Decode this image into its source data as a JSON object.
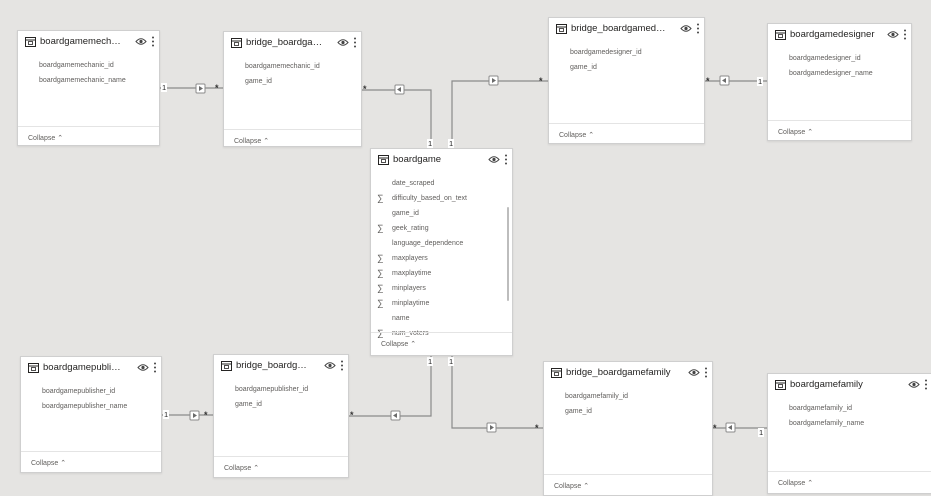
{
  "collapse_label": "Collapse",
  "cardinality": {
    "one": "1",
    "many": "*"
  },
  "colors": {
    "canvas": "#e5e4e2",
    "card": "#ffffff",
    "line": "#8a8a8a"
  },
  "tables": [
    {
      "id": "boardgamemechanic",
      "title": "boardgamemechanic",
      "fields": [
        {
          "name": "boardgamemechanic_id",
          "sigma": false
        },
        {
          "name": "boardgamemechanic_name",
          "sigma": false
        }
      ]
    },
    {
      "id": "bridge_mechanic",
      "title": "bridge_boardgamem...",
      "fields": [
        {
          "name": "boardgamemechanic_id",
          "sigma": false
        },
        {
          "name": "game_id",
          "sigma": false
        }
      ]
    },
    {
      "id": "bridge_designer",
      "title": "bridge_boardgamedesign...",
      "fields": [
        {
          "name": "boardgamedesigner_id",
          "sigma": false
        },
        {
          "name": "game_id",
          "sigma": false
        }
      ]
    },
    {
      "id": "boardgamedesigner",
      "title": "boardgamedesigner",
      "fields": [
        {
          "name": "boardgamedesigner_id",
          "sigma": false
        },
        {
          "name": "boardgamedesigner_name",
          "sigma": false
        }
      ]
    },
    {
      "id": "boardgame",
      "title": "boardgame",
      "fields": [
        {
          "name": "date_scraped",
          "sigma": false
        },
        {
          "name": "difficulty_based_on_text",
          "sigma": true
        },
        {
          "name": "game_id",
          "sigma": false
        },
        {
          "name": "geek_rating",
          "sigma": true
        },
        {
          "name": "language_dependence",
          "sigma": false
        },
        {
          "name": "maxplayers",
          "sigma": true
        },
        {
          "name": "maxplaytime",
          "sigma": true
        },
        {
          "name": "minplayers",
          "sigma": true
        },
        {
          "name": "minplaytime",
          "sigma": true
        },
        {
          "name": "name",
          "sigma": false
        },
        {
          "name": "num_voters",
          "sigma": true
        }
      ]
    },
    {
      "id": "boardgamepublisher",
      "title": "boardgamepublisher",
      "fields": [
        {
          "name": "boardgamepublisher_id",
          "sigma": false
        },
        {
          "name": "boardgamepublisher_name",
          "sigma": false
        }
      ]
    },
    {
      "id": "bridge_publisher",
      "title": "bridge_boardgamep...",
      "fields": [
        {
          "name": "boardgamepublisher_id",
          "sigma": false
        },
        {
          "name": "game_id",
          "sigma": false
        }
      ]
    },
    {
      "id": "bridge_family",
      "title": "bridge_boardgamefamily",
      "fields": [
        {
          "name": "boardgamefamily_id",
          "sigma": false
        },
        {
          "name": "game_id",
          "sigma": false
        }
      ]
    },
    {
      "id": "boardgamefamily",
      "title": "boardgamefamily",
      "fields": [
        {
          "name": "boardgamefamily_id",
          "sigma": false
        },
        {
          "name": "boardgamefamily_name",
          "sigma": false
        }
      ]
    }
  ]
}
